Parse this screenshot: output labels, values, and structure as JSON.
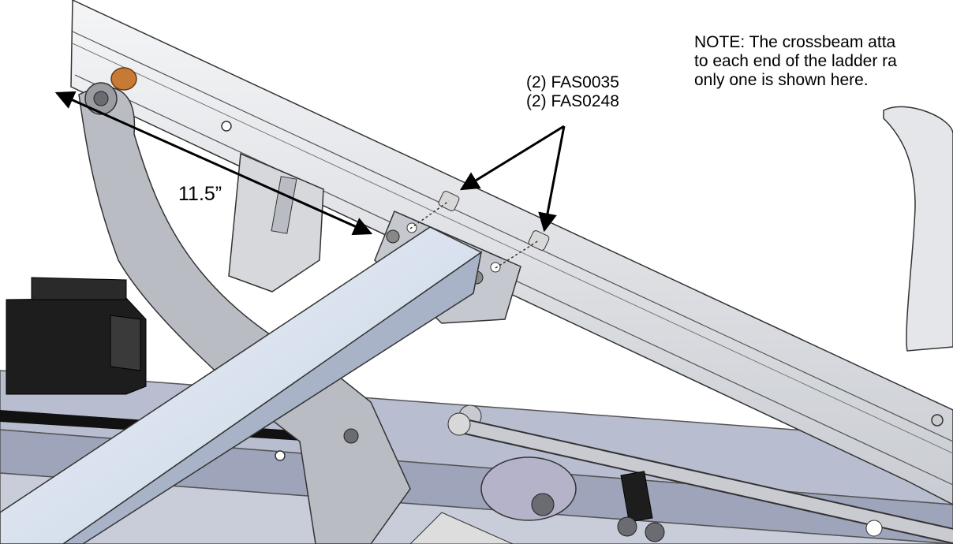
{
  "note": {
    "line1": "NOTE: The crossbeam atta",
    "line2": "to each end of the ladder ra",
    "line3": "only one is shown here."
  },
  "parts_callout": {
    "line1": "(2) FAS0035",
    "line2": "(2) FAS0248"
  },
  "dimension": {
    "label": "11.5”"
  },
  "colors": {
    "metal_light": "#e6e8ec",
    "metal_mid": "#b9bcc2",
    "metal_dark": "#7d8088",
    "frame_blue": "#b8bdd0",
    "crossbeam": "#dde6f3",
    "rubber_block": "#1d1d1d",
    "bumper_orange": "#c77a35",
    "line": "#000000"
  }
}
